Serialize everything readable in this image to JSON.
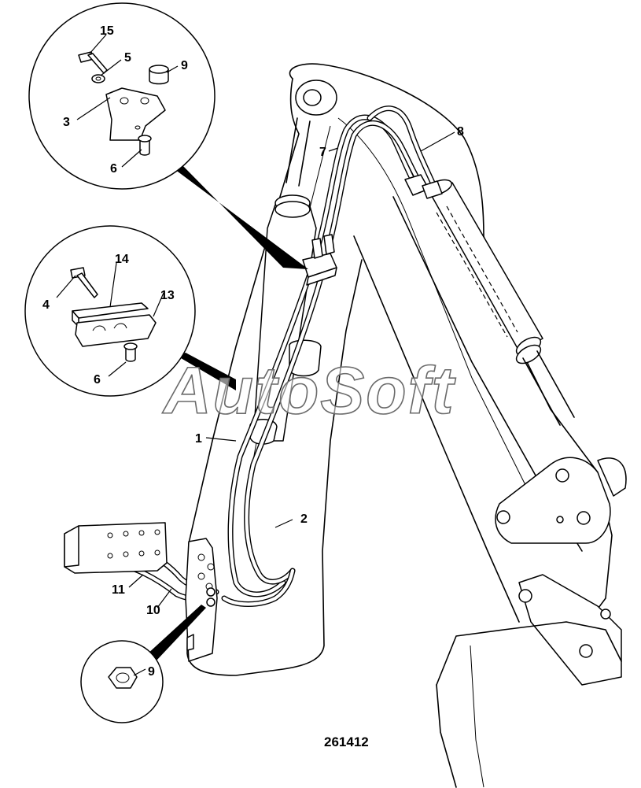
{
  "callouts": {
    "c1": "1",
    "c2": "2",
    "c3": "3",
    "c4": "4",
    "c5": "5",
    "c6a": "6",
    "c6b": "6",
    "c7": "7",
    "c8": "8",
    "c9a": "9",
    "c9b": "9",
    "c10": "10",
    "c11": "11",
    "c13": "13",
    "c14": "14",
    "c15": "15"
  },
  "figure_number": "261412",
  "watermark": "AutoSoft"
}
